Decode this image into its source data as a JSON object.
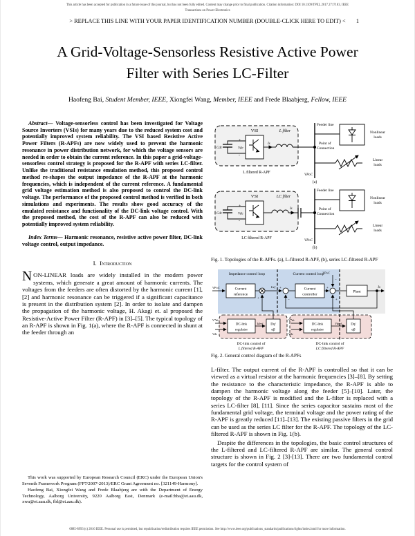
{
  "page": {
    "top_notice_line1": "This article has been accepted for publication in a future issue of this journal, but has not been fully edited. Content may change prior to final publication. Citation information: DOI 10.1109/TPEL.2017.2717183, IEEE",
    "top_notice_line2": "Transactions on Power Electronics",
    "running_header": "> REPLACE THIS LINE WITH YOUR PAPER IDENTIFICATION NUMBER (DOUBLE-CLICK HERE TO EDIT) <",
    "page_number": "1",
    "bottom_notice": "0885-8993 (c) 2016 IEEE. Personal use is permitted, but republication/redistribution requires IEEE permission. See http://www.ieee.org/publications_standards/publications/rights/index.html for more information."
  },
  "title": "A Grid-Voltage-Sensorless Resistive Active Power Filter with Series LC-Filter",
  "authors": {
    "parts": [
      {
        "text": "Haofeng Bai, "
      },
      {
        "text": "Student Member, IEEE"
      },
      {
        "text": ", Xiongfei Wang, "
      },
      {
        "text": "Member, IEEE"
      },
      {
        "text": " and Frede Blaabjerg, "
      },
      {
        "text": "Fellow, IEEE"
      }
    ]
  },
  "abstract": {
    "label": "Abstract—",
    "text": " Voltage-sensorless control has been investigated for Voltage Source Inverters (VSIs) for many years due to the reduced system cost and potentially improved system reliability. The VSI based Resistive Active Power Filters (R-APFs) are now widely used to prevent the harmonic resonance in power distribution network, for which the voltage sensors are needed in order to obtain the current reference. In this paper a grid-voltage-sensorless control strategy is proposed for the R-APF with series LC-filter. Unlike the traditional resistance emulation method, this proposed control method re-shapes the output impedance of the R-APF at the harmonic frequencies, which is independent of the current reference. A fundamental grid voltage estimation method is also proposed to control the DC-link voltage. The performance of the proposed control method is verified in both simulations and experiments. The results show good accuracy of the emulated resistance and functionality of the DC-link voltage control. With the proposed method, the cost of the R-APF can also be reduced with potentially improved system reliability."
  },
  "index_terms": {
    "label": "Index Terms—",
    "text": " Harmonic resonance, resistive active power filter, DC-link voltage control, output impedance."
  },
  "section1": {
    "number": "I.",
    "name": "Introduction"
  },
  "intro": {
    "dropcap": "N",
    "text": "ON-LINEAR loads are widely installed in the modern power systems, which generate a great amount of harmonic currents. The voltages from the feeders are often distorted by the harmonic current [1], [2] and harmonic resonance can be triggered if a significant capacitance is present in the distribution system [2]. In order to isolate and dampen the propagation of the harmonic voltage, H. Akagi et. al proposed the Resistive-Active Power Filter (R-APF) in [3]–[5]. The typical topology of an R-APF is shown in Fig. 1(a), where the R-APF is connected in shunt at the feeder through an"
  },
  "footnote": {
    "p1": "This work was supported by European Research Council (ERC) under the European Union's Seventh Framework Program (FP7/2007-2013)/ERC Grant Agreement no. [321149-Harmony].",
    "p2": "Haofeng Bai, Xiongfei Wang and Frede Blaabjerg are with the Department of Energy Technology, Aalborg University, 9220 Aalborg East, Denmark (e-mail:hba@et.aau.dk, xwa@et.aau.dk, fbl@et.aau.dk)."
  },
  "right_col": {
    "p1": "L-filter. The output current of the R-APF is controlled so that it can be viewed as a virtual resistor at the harmonic frequencies [3]–[8]. By setting the resistance to the characteristic impedance, the R-APF is able to dampen the harmonic voltage along the feeder [5]–[10]. Later, the topology of the R-APF is modified and the L-filter is replaced with a series LC-filter [8], [11]. Since the series capacitor sustains most of the fundamental grid voltage, the terminal voltage and the power rating of the R-APF is greatly reduced [11]–[13]. The existing passive filters in the grid can be used as the series LC filter for the R-APF. The topology of the LC-filtered R-APF is shown in Fig. 1(b).",
    "p2": "Despite the differences in the topologies, the basic control structures of the L-filtered and LC-filtered R-APF are similar. The general control structure is shown in Fig. 2 [3]-[13]. There are two fundamental control targets for the control system of"
  },
  "fig1": {
    "caption": "Fig. 1.   Topologies of the R-APFs. (a), L-filtered R-APF, (b), series LC-filtered R-APF",
    "a": {
      "vsi": "VSI",
      "filter": "L filter",
      "cdc": "Cdc",
      "plus": "+",
      "minus": "-",
      "vdc": "Vdc",
      "is": "Is",
      "feeder": "Feeder line",
      "poc1": "Point of",
      "poc2": "Connection",
      "vpoc": "VPoC",
      "nl1": "Nonlinear",
      "nl2": "loads",
      "lin1": "Linear",
      "lin2": "loads",
      "label": "L filtered R-APF",
      "tag": "(a)"
    },
    "b": {
      "vsi": "VSI",
      "filter": "LC filter",
      "cdc": "Cdc",
      "plus": "+",
      "minus": "-",
      "vdc": "Vdc",
      "is": "Is",
      "feeder": "Feeder line",
      "poc1": "Point of",
      "poc2": "Connection",
      "vpoc": "VPoC",
      "nl1": "Nonlinear",
      "nl2": "loads",
      "lin1": "Linear",
      "lin2": "loads",
      "label": "LC filtered R-APF",
      "tag": "(b)"
    }
  },
  "fig2": {
    "caption": "Fig. 2.   General control diagram of the R-APFs",
    "imp_loop": "Impedance control loop",
    "cur_loop": "Current control loop",
    "vpoc_in": "VPoC",
    "vpoc_top": "VPoC",
    "iref": "Iref",
    "is_out": "Is",
    "cref1": "Current",
    "cref2": "reference",
    "cctl1": "Current",
    "cctl2": "controller",
    "plant": "Plant",
    "reg1": "DC-link",
    "reg2": "regulator",
    "dq1": "Dq/",
    "dq2": "αβ",
    "idref": "Idref",
    "vdref": "Vdref",
    "vdcref": "V*dc",
    "vdc": "Vdc",
    "plus": "+",
    "minus": "−",
    "lbl_l1": "DC-link control of",
    "lbl_l2": "L filtered R-APF",
    "lbl_r1": "DC-link control of",
    "lbl_r2": "LC filtered R-APF"
  },
  "colors": {
    "loop_blue": "#c8d8ec",
    "plant_grey": "#ececec",
    "dc_pink": "#f3dcda",
    "apf_grey": "#f1f1f1"
  }
}
